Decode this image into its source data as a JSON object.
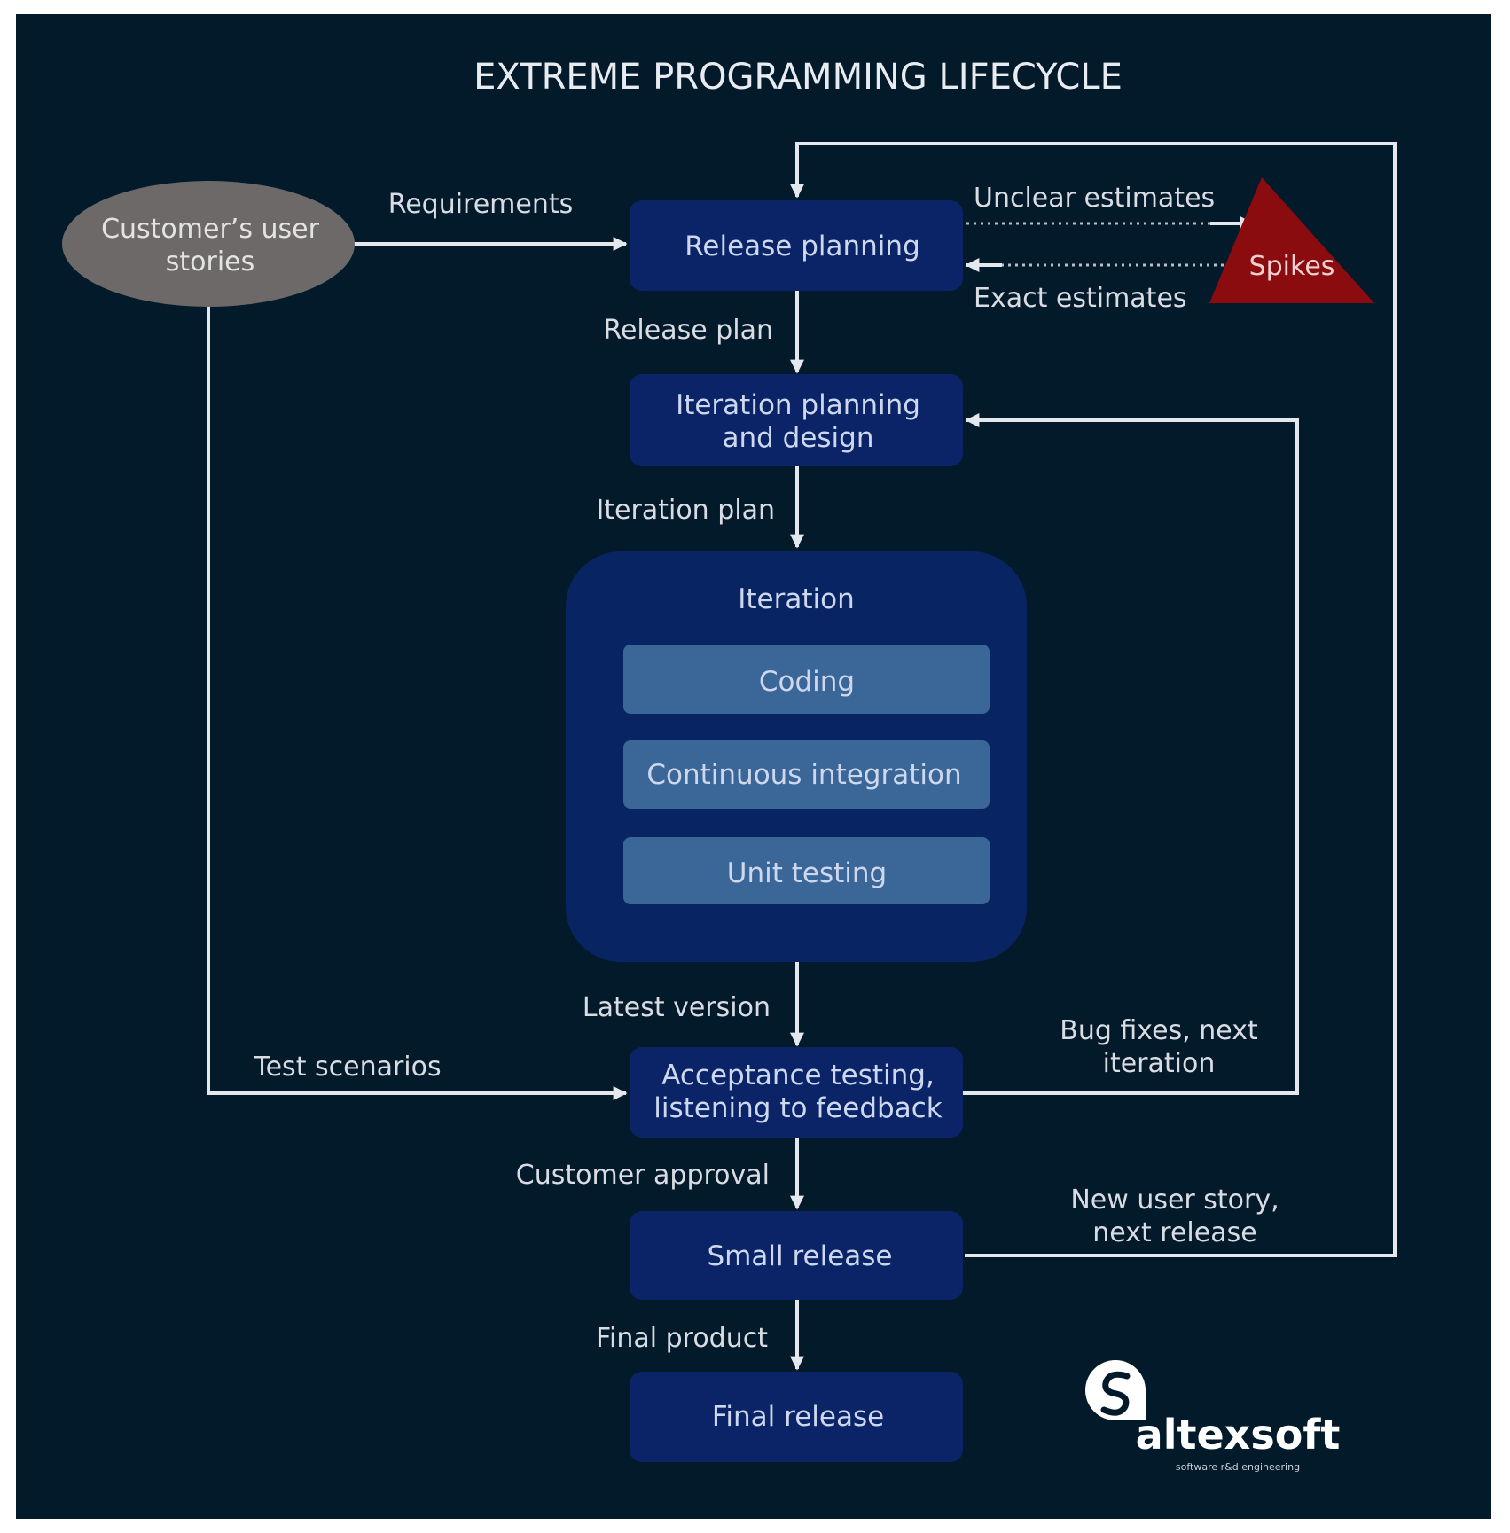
{
  "title": "EXTREME PROGRAMMING LIFECYCLE",
  "nodes": {
    "user_stories": [
      "Customer’s user",
      "stories"
    ],
    "release_planning": "Release planning",
    "spikes": "Spikes",
    "iteration_planning": [
      "Iteration planning",
      "and design"
    ],
    "iteration": "Iteration",
    "coding": "Coding",
    "continuous_integration": "Continuous integration",
    "unit_testing": "Unit testing",
    "acceptance_testing": [
      "Acceptance testing,",
      "listening to feedback"
    ],
    "small_release": "Small release",
    "final_release": "Final release"
  },
  "edges": {
    "requirements": "Requirements",
    "unclear_estimates": "Unclear estimates",
    "exact_estimates": "Exact estimates",
    "release_plan": "Release plan",
    "iteration_plan": "Iteration plan",
    "latest_version": "Latest version",
    "test_scenarios": "Test scenarios",
    "bug_fixes": [
      "Bug fixes, next",
      "iteration"
    ],
    "customer_approval": "Customer approval",
    "new_user_story": [
      "New user story,",
      "next release"
    ],
    "final_product": "Final product"
  },
  "logo": {
    "name": "altexsoft",
    "tagline": "software r&d engineering"
  },
  "colors": {
    "background": "#031a2b",
    "box": "#0b2467",
    "iteration_container": "#082463",
    "inner_box": "#3b6698",
    "ellipse": "#6d6968",
    "spikes": "#8a0c0f",
    "line": "#e4e7eb"
  }
}
